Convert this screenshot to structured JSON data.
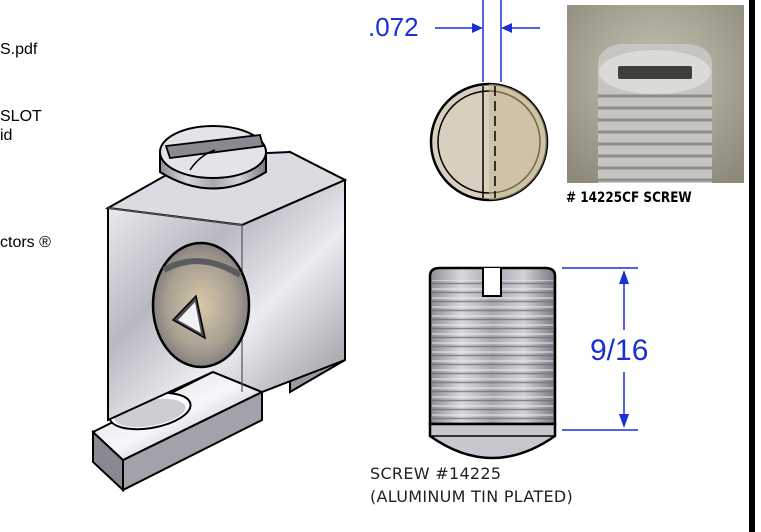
{
  "left_fragments": {
    "line1": "S.pdf",
    "line2": "SLOT",
    "line3": "id",
    "line4": "ctors ®"
  },
  "top_view": {
    "dimension": ".072"
  },
  "side_view": {
    "dimension": "9/16",
    "caption_line1": "SCREW #14225",
    "caption_line2": "(ALUMINUM TIN PLATED)"
  },
  "photo": {
    "caption": "# 14225CF SCREW"
  },
  "colors": {
    "dimension": "#1a2fd6",
    "metal_light": "#e8e6ec",
    "metal_dark": "#7d7b84",
    "outline": "#000000"
  }
}
